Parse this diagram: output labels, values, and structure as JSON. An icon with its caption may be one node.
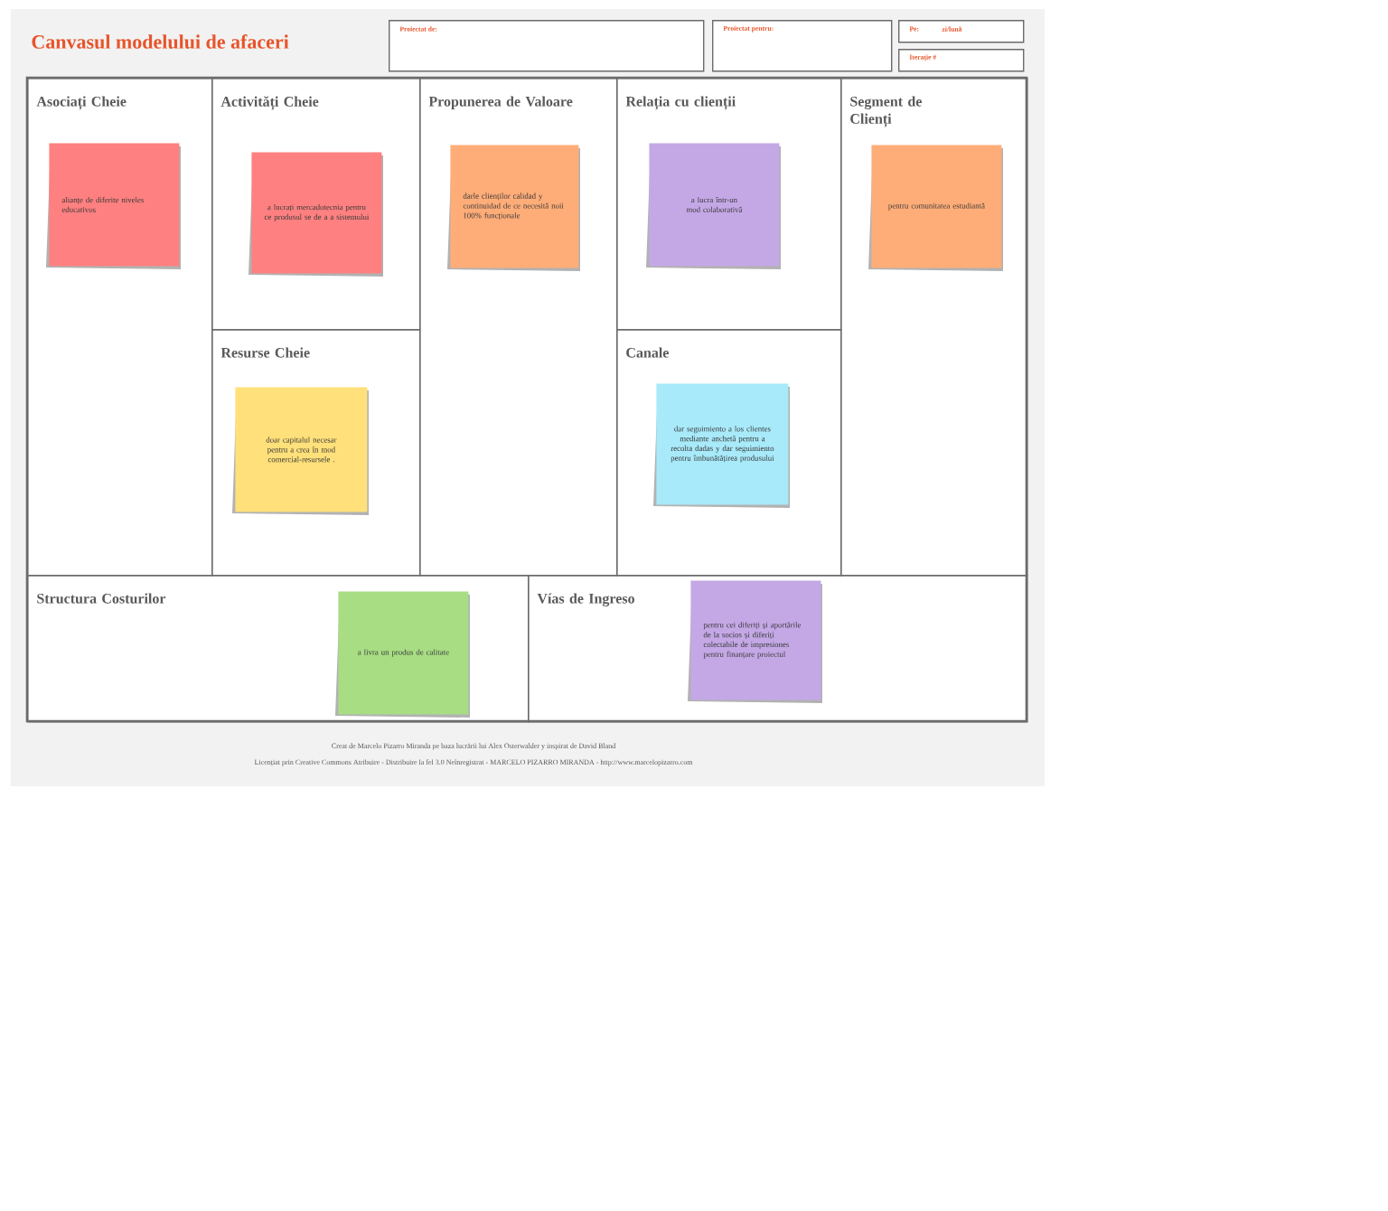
{
  "diagram": {
    "title": "Canvasul modelului de afaceri",
    "nodes": [
      {
        "text": [
          "Proiectat de:"
        ]
      },
      {
        "text": [
          "Proiectat pentru:"
        ]
      },
      {
        "text": [
          "Pe:",
          "zi/lună"
        ]
      },
      {
        "text": [
          "Iterație #"
        ]
      },
      {
        "text": [
          "Asociați Cheie"
        ]
      },
      {
        "text": [
          "alianțe de diferite niveles educativos"
        ],
        "in": 4
      },
      {
        "text": [
          "Activități Cheie"
        ]
      },
      {
        "text": [
          "a lucrați mercadotecnia pentru ce produsul se de a a sistemului"
        ],
        "in": 6
      },
      {
        "text": [
          "Resurse Cheie"
        ]
      },
      {
        "text": [
          "doar capitalul necesar pentru a crea în mod comercial-resursele ."
        ],
        "in": 8
      },
      {
        "text": [
          "Propunerea de Valoare"
        ]
      },
      {
        "text": [
          "darle clienților calidad y continuidad de ce necesită noii 100% funcționale"
        ],
        "in": 10
      },
      {
        "text": [
          "Relația cu clienții"
        ]
      },
      {
        "text": [
          "a lucra într-un mod colaborativă"
        ],
        "in": 12
      },
      {
        "text": [
          "Canale"
        ]
      },
      {
        "text": [
          "dar seguimiento a los clientes mediante anchetă pentru a recolta dadas y dar seguimiento pentru îmbunătățirea produsului"
        ],
        "in": 14
      },
      {
        "text": [
          "Segment de Clienți"
        ]
      },
      {
        "text": [
          "pentru comunitatea estudiantă"
        ],
        "in": 16
      },
      {
        "text": [
          "Structura Costurilor"
        ]
      },
      {
        "text": [
          "a livra un produs de calitate"
        ],
        "in": 18
      },
      {
        "text": [
          "Vías de Ingreso"
        ]
      },
      {
        "text": [
          "pentru cei diferiți și aportările de la socios și diferiți colectabile de impresiones pentru finanțare proiectul"
        ],
        "in": 20
      }
    ],
    "labels": [
      "Creat de Marcelo Pizarro Miranda pe baza lucrării lui Alex Osterwalder y inspirat de David Bland",
      "Licențiat prin Creative Commons Atribuire - Distribuire la fel 3.0 Neînregistrat - MARCELO PIZARRO MIRANDA - http://www.marcelopizarro.com"
    ]
  }
}
